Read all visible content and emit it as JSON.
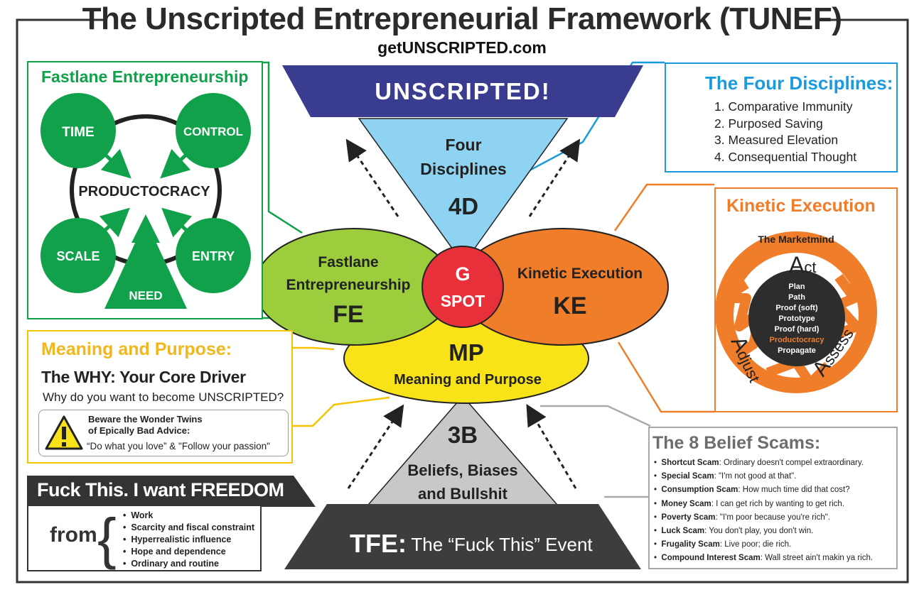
{
  "title": "The Unscripted Entrepreneurial Framework (TUNEF)",
  "website": "getUNSCRIPTED.com",
  "colors": {
    "green": "#12a14b",
    "lime": "#9bcd3c",
    "navy": "#3a3c90",
    "light_blue": "#8ed3f2",
    "orange": "#ef7d2a",
    "red": "#e8303a",
    "yellow": "#f7e318",
    "gray": "#c8c8c8",
    "dark_gray": "#3d3d3d",
    "blue_accent": "#1a9be0"
  },
  "funnel": {
    "top_banner": "UNSCRIPTED!",
    "four_disciplines_line1": "Four",
    "four_disciplines_line2": "Disciplines",
    "four_disciplines_abbr": "4D",
    "fe_line1": "Fastlane",
    "fe_line2": "Entrepreneurship",
    "fe_abbr": "FE",
    "ke_label": "Kinetic Execution",
    "ke_abbr": "KE",
    "g_spot_line1": "G",
    "g_spot_line2": "SPOT",
    "mp_abbr": "MP",
    "mp_label": "Meaning and Purpose",
    "bb_abbr": "3B",
    "bb_line1": "Beliefs, Biases",
    "bb_line2": "and Bullshit",
    "tfe_abbr": "TFE:",
    "tfe_label": "The “Fuck This” Event"
  },
  "fastlane_panel": {
    "title": "Fastlane Entrepreneurship",
    "center": "PRODUCTOCRACY",
    "nodes": [
      "TIME",
      "CONTROL",
      "SCALE",
      "ENTRY"
    ],
    "need": "NEED"
  },
  "four_disciplines_panel": {
    "title": "The Four Disciplines:",
    "items": [
      "1. Comparative Immunity",
      "2. Purposed Saving",
      "3. Measured Elevation",
      "4. Consequential Thought"
    ]
  },
  "kinetic_panel": {
    "title": "Kinetic Execution",
    "ring_label": "The Marketmind",
    "act_cap": "A",
    "act_rest": "ct",
    "adjust_cap": "A",
    "adjust_rest": "djust",
    "assess_cap": "A",
    "assess_rest": "ssess",
    "steps": [
      "Plan",
      "Path",
      "Proof (soft)",
      "Prototype",
      "Proof (hard)",
      "Productocracy",
      "Propagate"
    ]
  },
  "meaning_panel": {
    "title": "Meaning and Purpose:",
    "subtitle": "The WHY: Your Core Driver",
    "question": "Why do you want to become UNSCRIPTED?",
    "warning_line1": "Beware the Wonder Twins",
    "warning_line2": "of Epically Bad Advice:",
    "warning_quote": "“Do what you love” & \"Follow your passion\""
  },
  "freedom_panel": {
    "banner": "Fuck This. I want FREEDOM",
    "from": "from",
    "brace": "{",
    "items": [
      "Work",
      "Scarcity and fiscal constraint",
      "Hyperrealistic influence",
      "Hope and dependence",
      "Ordinary and routine"
    ]
  },
  "belief_panel": {
    "title": "The 8 Belief Scams:",
    "items": [
      {
        "name": "Shortcut Scam",
        "desc": ": Ordinary doesn't compel extraordinary."
      },
      {
        "name": "Special Scam",
        "desc": ":  \"I'm not good at that\"."
      },
      {
        "name": "Consumption Scam",
        "desc": ": How much time did that cost?"
      },
      {
        "name": "Money Scam",
        "desc": ": I can get rich by wanting to get rich."
      },
      {
        "name": "Poverty Scam",
        "desc": ": \"I'm poor because you're rich\"."
      },
      {
        "name": "Luck Scam",
        "desc": ": You don't play, you don't win."
      },
      {
        "name": "Frugality Scam",
        "desc": ": Live poor; die rich."
      },
      {
        "name": "Compound Interest Scam",
        "desc": ": Wall street ain't makin ya rich."
      }
    ]
  }
}
